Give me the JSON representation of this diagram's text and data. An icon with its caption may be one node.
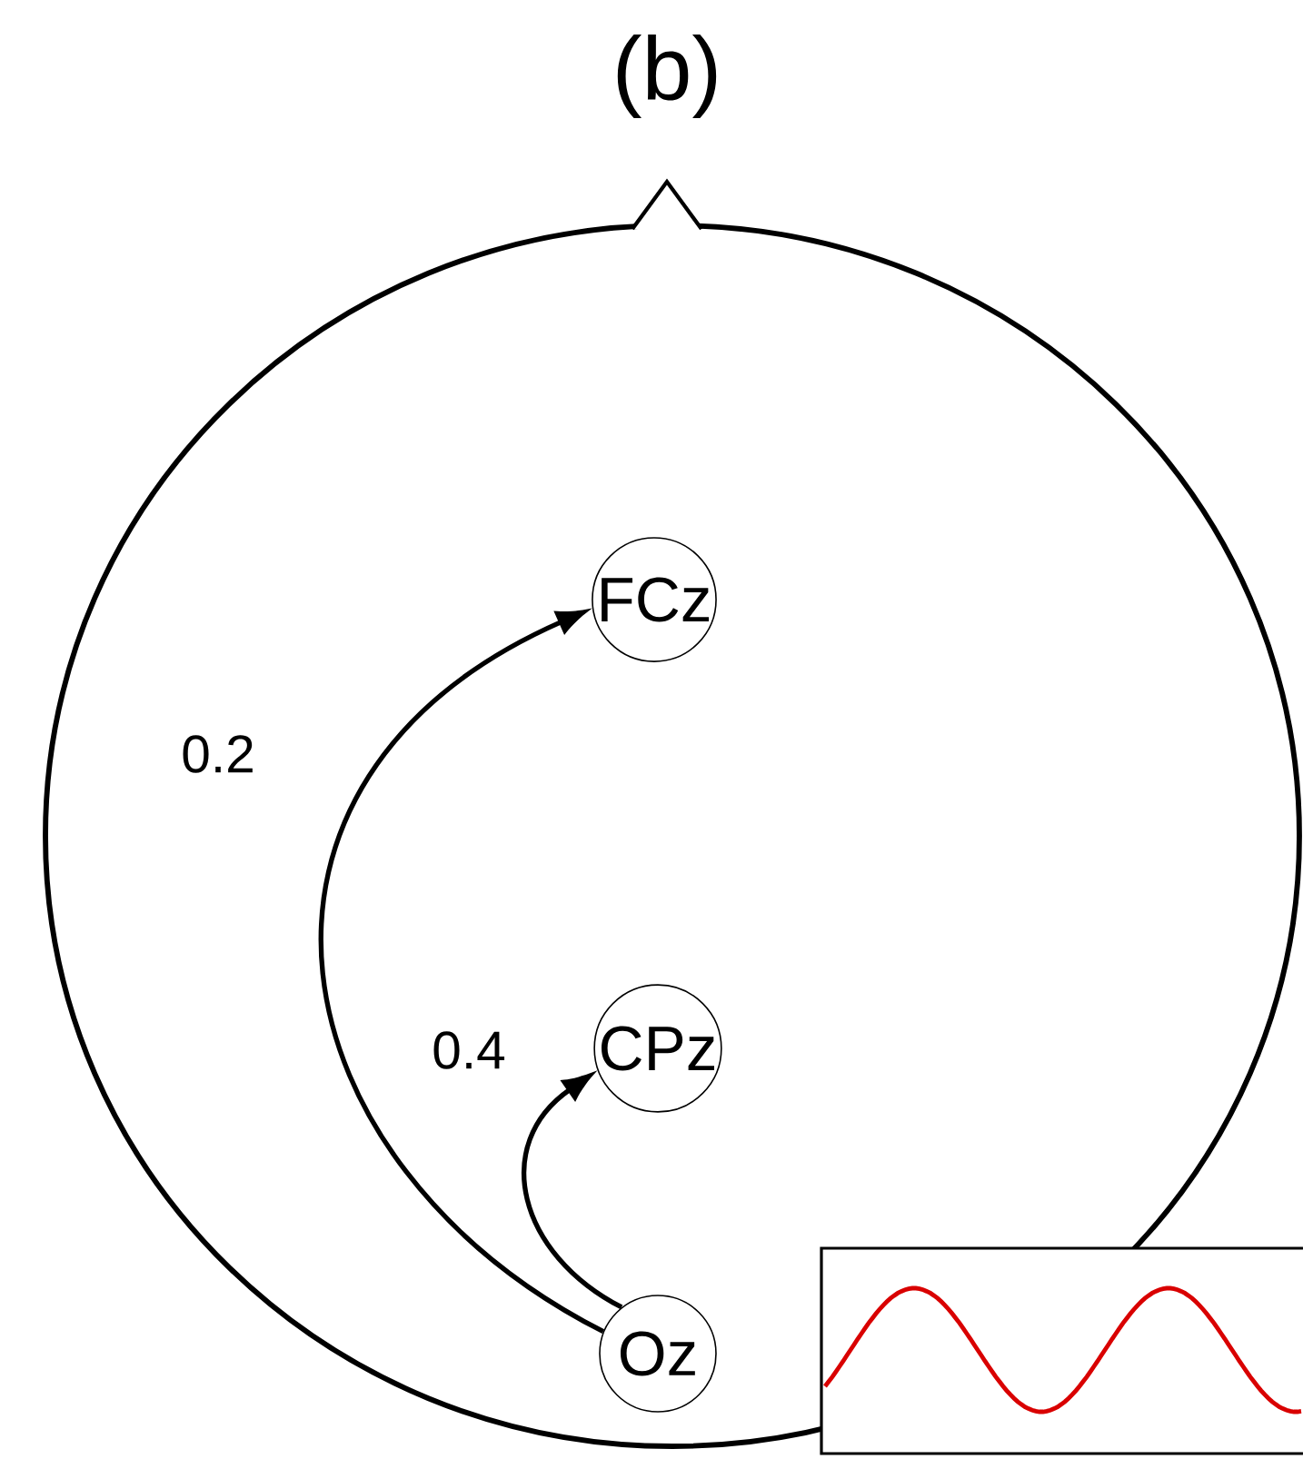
{
  "diagram": {
    "title": "(b)",
    "nodes": [
      {
        "text": [
          "FCz"
        ]
      },
      {
        "text": [
          "CPz"
        ]
      },
      {
        "text": [
          "Oz"
        ]
      }
    ],
    "edges": [
      {
        "from": 2,
        "to": 0,
        "arrow": "to",
        "label": "0.2"
      },
      {
        "from": 2,
        "to": 1,
        "arrow": "to",
        "label": "0.4"
      }
    ]
  }
}
